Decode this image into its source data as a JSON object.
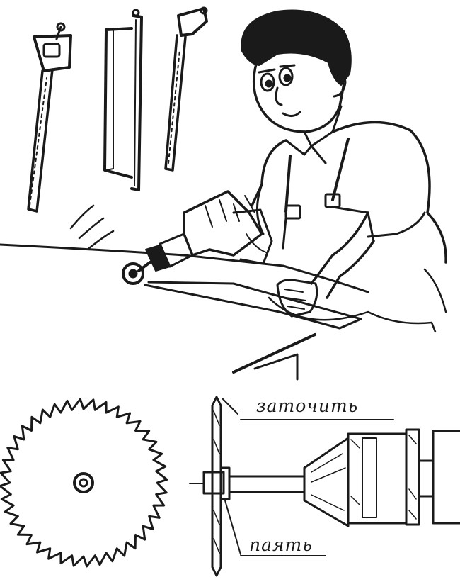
{
  "illustration": {
    "subject": "person-cutting-board-with-drill-mounted-circular-saw",
    "ink_color": "#1a1a1a",
    "paper_color": "#ffffff"
  },
  "labels": {
    "sharpen": "заточить",
    "solder": "паять"
  }
}
